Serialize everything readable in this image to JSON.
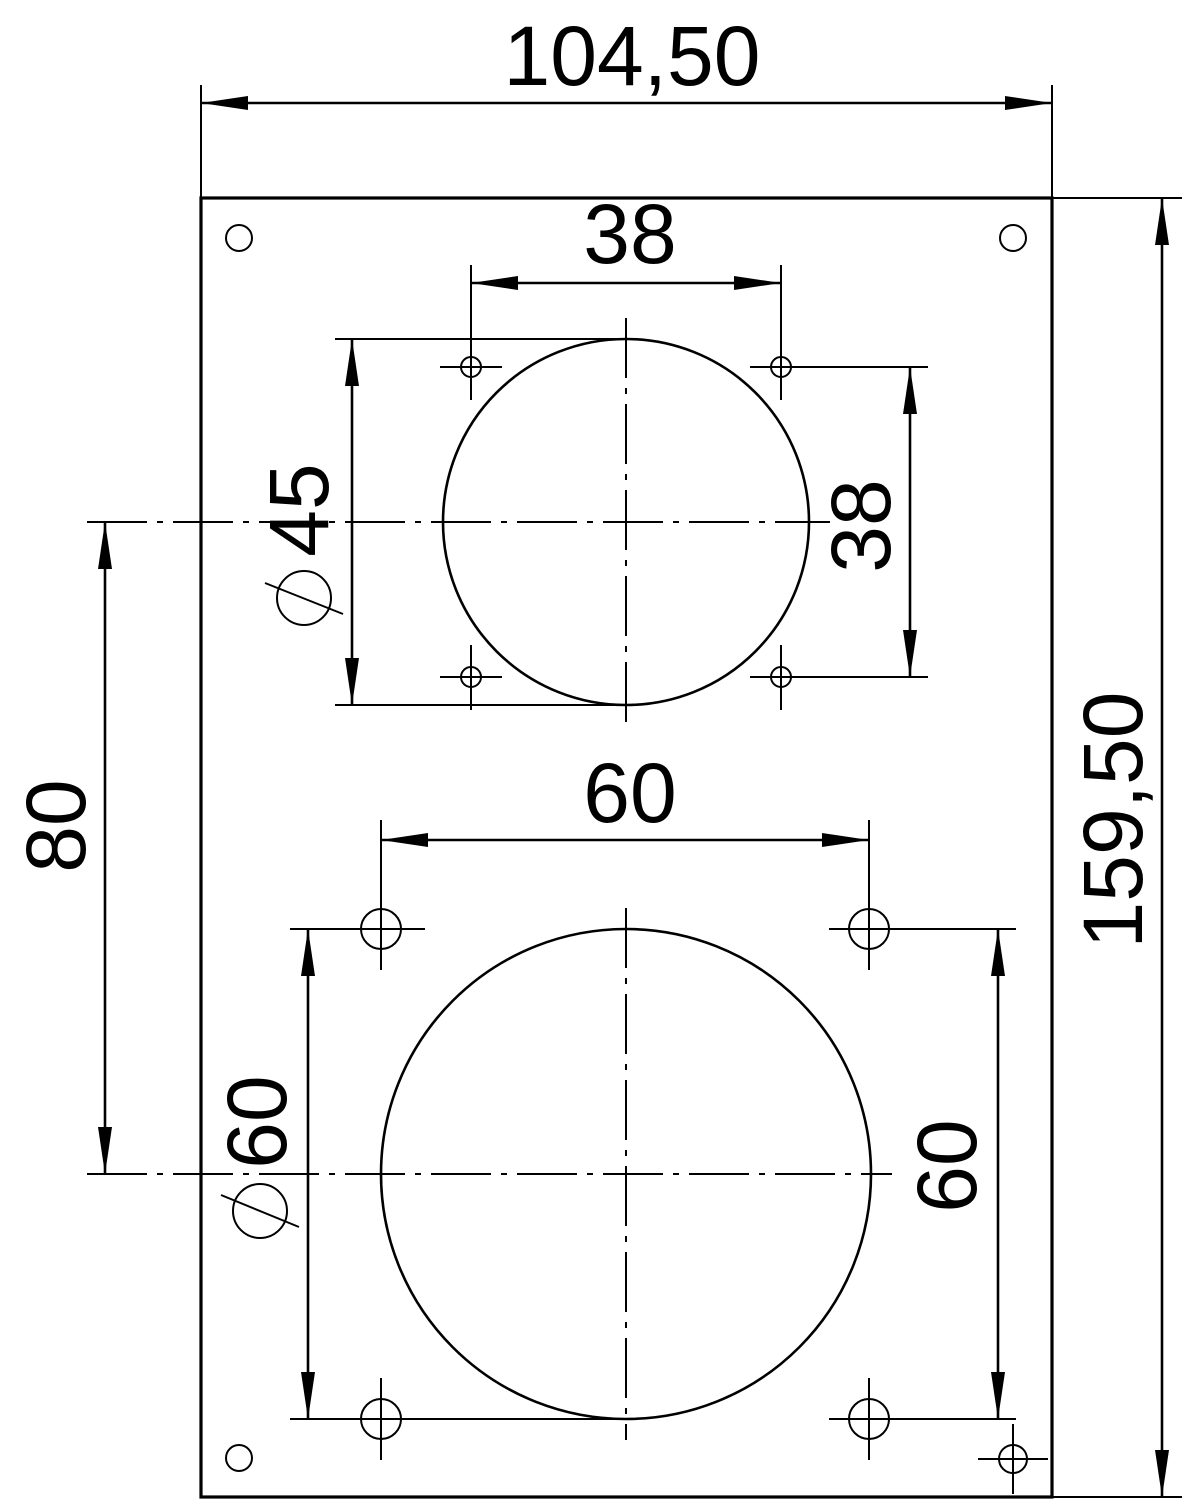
{
  "drawing": {
    "type": "technical mounting plate drawing",
    "units": "mm",
    "plate": {
      "width_label": "104,50",
      "height_label": "159,50"
    },
    "upper_cutout": {
      "diameter_label": "Ø45",
      "diameter_symbol": "∅",
      "diameter_value": "45",
      "hole_spacing_horizontal_label": "38",
      "hole_spacing_vertical_label": "38"
    },
    "lower_cutout": {
      "diameter_label": "Ø60",
      "diameter_symbol": "∅",
      "diameter_value": "60",
      "hole_spacing_horizontal_label": "60",
      "hole_spacing_vertical_label": "60"
    },
    "center_distance_label": "80",
    "colors": {
      "line": "#000000",
      "background": "#ffffff"
    }
  }
}
